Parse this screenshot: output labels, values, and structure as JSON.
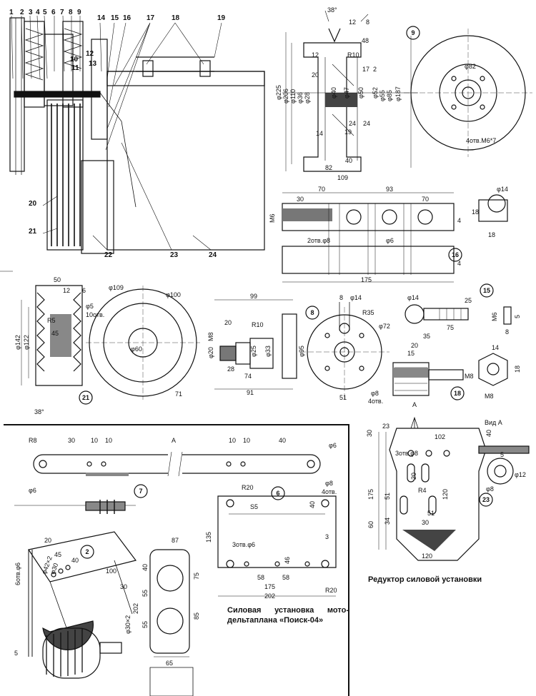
{
  "captions": {
    "main": "Силовая установка мото-дельтаплана «Поиск-04»",
    "reducer": "Редуктор силовой установки"
  },
  "part_numbers": [
    "1",
    "2",
    "3",
    "4",
    "5",
    "6",
    "7",
    "8",
    "9",
    "10",
    "11",
    "12",
    "13",
    "14",
    "15",
    "16",
    "17",
    "18",
    "19",
    "20",
    "21",
    "22",
    "23",
    "24"
  ],
  "detail_circles": [
    "9",
    "21",
    "8",
    "15",
    "16",
    "18",
    "7",
    "6",
    "2",
    "23"
  ],
  "dims": {
    "d9": [
      "38°",
      "12",
      "8",
      "48",
      "R10",
      "12",
      "20",
      "17",
      "2",
      "φ225",
      "φ206",
      "φ110",
      "φ36",
      "φ28",
      "φ40",
      "φ47",
      "φ50",
      "φ52",
      "φ55",
      "φ85",
      "φ187",
      "24",
      "24",
      "14",
      "19",
      "40",
      "82",
      "109",
      "φ82",
      "4отв.М6*7"
    ],
    "d16": [
      "70",
      "93",
      "30",
      "70",
      "М6",
      "4",
      "2отв.φ8",
      "φ6",
      "175",
      "4",
      "φ14",
      "18",
      "18"
    ],
    "d21": [
      "50",
      "12",
      "6",
      "φ5",
      "10отв.",
      "R5",
      "45",
      "φ142",
      "φ122",
      "38°",
      "φ109",
      "φ100",
      "φ60",
      "71"
    ],
    "shaft": [
      "99",
      "R10",
      "20",
      "М8",
      "φ20",
      "φ25",
      "φ33",
      "φ95",
      "28",
      "74",
      "91"
    ],
    "d8": [
      "8",
      "φ14",
      "R35",
      "φ72",
      "51",
      "φ8",
      "4отв."
    ],
    "d15": [
      "φ14",
      "25",
      "75",
      "М6",
      "8",
      "5"
    ],
    "d18": [
      "20",
      "35",
      "15",
      "М8",
      "14",
      "18",
      "М8"
    ],
    "d7": [
      "R8",
      "30",
      "10",
      "10",
      "А",
      "10",
      "10",
      "40",
      "φ6",
      "φ6"
    ],
    "d6": [
      "R20",
      "φ8",
      "4отв.",
      "S5",
      "40",
      "135",
      "3отв.φ6",
      "3",
      "46",
      "58",
      "58",
      "175",
      "202",
      "R20"
    ],
    "d23": [
      "А",
      "30",
      "23",
      "102",
      "40",
      "3отв.φ8",
      "20",
      "R4",
      "51",
      "120",
      "175",
      "34",
      "51",
      "60",
      "30",
      "120",
      "Вид А",
      "φ12",
      "φ8",
      "5"
    ],
    "d2": [
      "20",
      "45",
      "40",
      "100",
      "6отв.φ6",
      "φ42×2",
      "φ30",
      "30",
      "φ30×2",
      "5",
      "87",
      "40",
      "55",
      "75",
      "202",
      "55",
      "85",
      "65"
    ]
  }
}
